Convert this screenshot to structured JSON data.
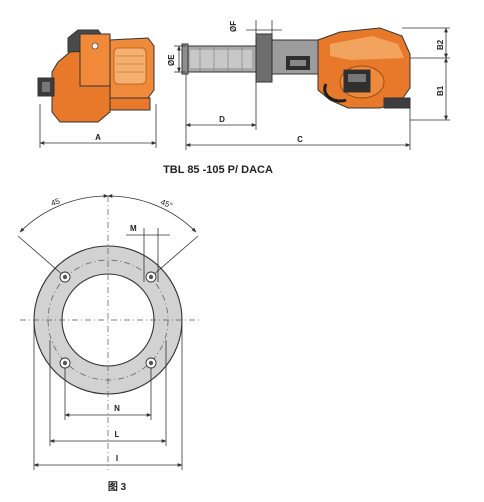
{
  "title": "TBL 85 -105  P/ DACA",
  "figure_caption": "图 3",
  "dimensions": {
    "a": "A",
    "b1": "B1",
    "b2": "B2",
    "c": "C",
    "d": "D",
    "e": "ØE",
    "f": "ØF",
    "m": "M",
    "n": "N",
    "l": "L",
    "i": "I"
  },
  "angles": {
    "left": "45",
    "right": "45°"
  },
  "colors": {
    "burner_orange": "#e8782a",
    "burner_orange_light": "#f2a35e",
    "flange_gray": "#d2d2d2",
    "line": "#333333"
  }
}
